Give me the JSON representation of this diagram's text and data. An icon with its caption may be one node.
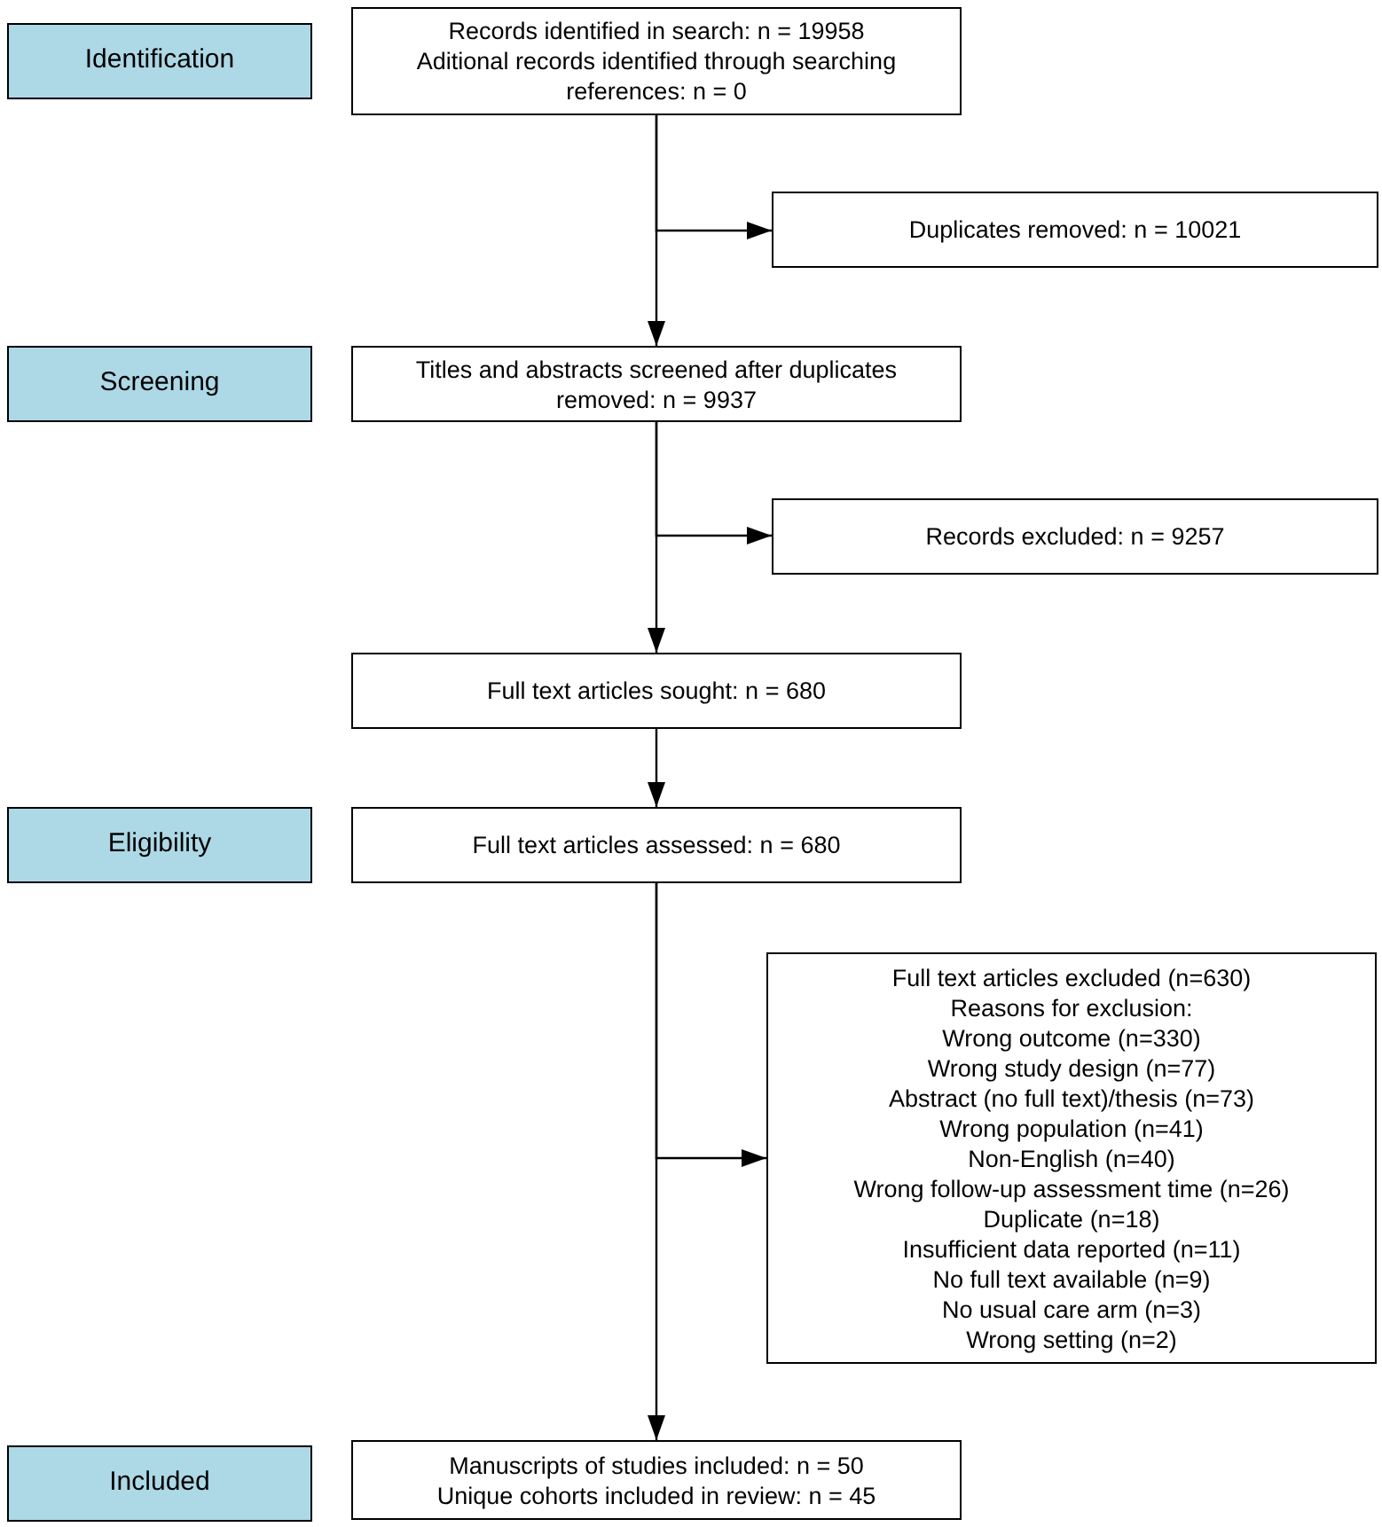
{
  "diagram": {
    "nodes": [
      {
        "text": [
          "Identification"
        ]
      },
      {
        "text": [
          "Records identified in search: n = 19958",
          "Aditional records identified through searching references: n = 0"
        ]
      },
      {
        "text": [
          "Duplicates removed: n = 10021"
        ]
      },
      {
        "text": [
          "Screening"
        ]
      },
      {
        "text": [
          "Titles and abstracts screened after duplicates removed: n = 9937"
        ]
      },
      {
        "text": [
          "Records excluded: n = 9257"
        ]
      },
      {
        "text": [
          "Full text articles sought: n = 680"
        ]
      },
      {
        "text": [
          "Eligibility"
        ]
      },
      {
        "text": [
          "Full text articles assessed: n = 680"
        ]
      },
      {
        "text": [
          "Full text articles excluded (n=630)",
          "Reasons for exclusion:",
          "Wrong outcome (n=330)",
          "Wrong study design (n=77)",
          "Abstract (no full text)/thesis (n=73)",
          "Wrong population (n=41)",
          "Non-English (n=40)",
          "Wrong follow-up assessment time (n=26)",
          "Duplicate (n=18)",
          "Insufficient data reported (n=11)",
          "No full text available (n=9)",
          "No usual care arm (n=3)",
          "Wrong setting (n=2)"
        ]
      },
      {
        "text": [
          "Included"
        ]
      },
      {
        "text": [
          "Manuscripts of studies included: n = 50",
          "Unique cohorts included in review: n = 45"
        ]
      }
    ],
    "edges": [
      {
        "from": 1,
        "to": 2,
        "arrow": "to"
      },
      {
        "from": 1,
        "to": 4,
        "arrow": "to"
      },
      {
        "from": 4,
        "to": 5,
        "arrow": "to"
      },
      {
        "from": 4,
        "to": 6,
        "arrow": "to"
      },
      {
        "from": 6,
        "to": 8,
        "arrow": "to"
      },
      {
        "from": 8,
        "to": 9,
        "arrow": "to"
      },
      {
        "from": 8,
        "to": 11,
        "arrow": "to"
      }
    ]
  }
}
